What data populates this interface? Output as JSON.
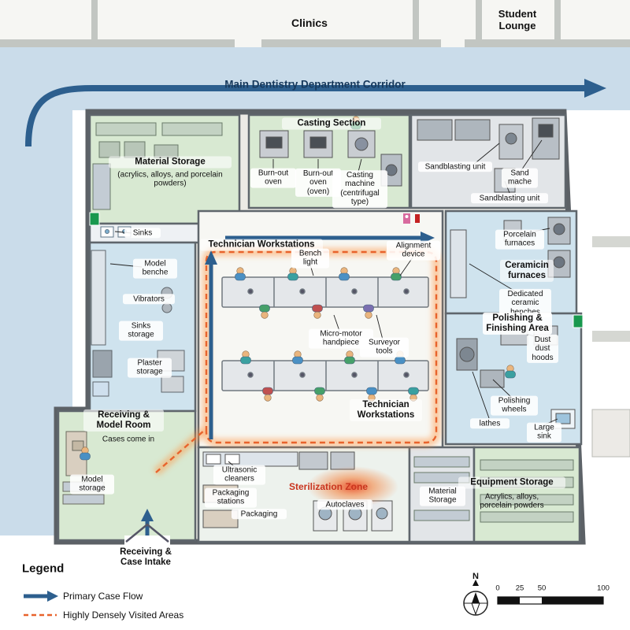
{
  "surroundings": {
    "clinics": "Clinics",
    "student_lounge": "Student Lounge",
    "corridor": "Main Dentistry Department Corridor"
  },
  "rooms": {
    "material_storage": {
      "title": "Material Storage",
      "subtitle": "(acrylics, alloys, and porcelain powders)"
    },
    "sinks_label": "Sinks",
    "model_room": {
      "model_benches": "Model benche",
      "vibrators": "Vibrators",
      "sinks_storage": "Sinks storage",
      "plaster_storage": "Plaster storage"
    },
    "receiving": {
      "title": "Receiving & Model Room",
      "subtitle": "Cases come in",
      "model_storage": "Model storage",
      "intake": "Receiving & Case Intake"
    },
    "casting": {
      "title": "Casting Section",
      "burnout_oven_1": "Burn-out oven",
      "burnout_oven_2": "Burn-out oven (oven)",
      "casting_machine": "Casting machine (centrifugal type)"
    },
    "sandblasting": {
      "unit_1": "Sandblasting unit",
      "sand_machine": "Sand mache",
      "unit_2": "Sandblasting unit"
    },
    "ceramics": {
      "porcelain_furnaces": "Porcelain furnaces",
      "title": "Ceramicin furnaces",
      "benches": "Dedicated ceramic benches"
    },
    "workstations": {
      "title_top": "Technician Workstations",
      "bench_light": "Bench light",
      "alignment_device": "Alignment device",
      "micro_motor": "Micro-motor handpiece",
      "surveyor_tools": "Surveyor tools",
      "title_bottom": "Technician Workstations"
    },
    "polishing": {
      "title": "Polishing & Finishing Area",
      "dust_hoods": "Dust dust hoods",
      "wheels": "Polishing wheels",
      "lathes": "lathes",
      "large_sink": "Large sink"
    },
    "sterilization": {
      "title": "Sterilization Zone",
      "ultrasonic": "Ultrasonic cleaners",
      "packaging_stations": "Packaging stations",
      "packaging": "Packaging",
      "autoclaves": "Autoclaves"
    },
    "storage_south": {
      "material": "Material Storage",
      "equipment_title": "Equipment Storage",
      "equipment_sub": "Acrylics, alloys, porcelain powders"
    }
  },
  "legend": {
    "title": "Legend",
    "primary_flow": "Primary Case Flow",
    "dense_areas": "Highly Densely Visited Areas"
  },
  "scale_bar": {
    "north": "N",
    "ticks": [
      "0",
      "25",
      "50",
      "100"
    ]
  },
  "colors": {
    "flow_blue": "#2d5f8e",
    "dense_orange": "#e8632c",
    "zone_red": "#c9341e",
    "floor_green": "#d8e9d2",
    "floor_blue": "#cfe3ee"
  }
}
